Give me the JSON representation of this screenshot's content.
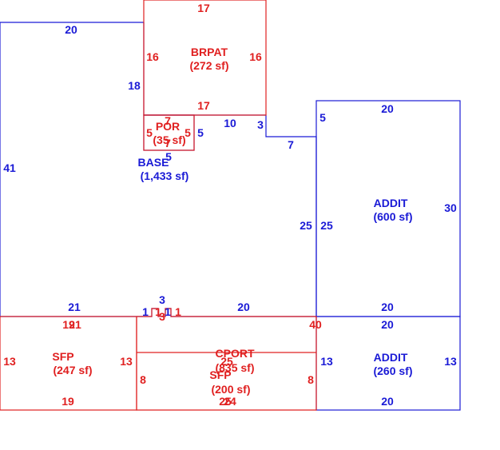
{
  "colors": {
    "blue": "#1a1ad6",
    "red": "#e02020"
  },
  "areas": {
    "brpat": {
      "name": "BRPAT",
      "area": "(272 sf)"
    },
    "por": {
      "name": "POR",
      "area": "(35 sf)"
    },
    "base": {
      "name": "BASE",
      "area": "(1,433 sf)"
    },
    "addit_upper": {
      "name": "ADDIT",
      "area": "(600 sf)"
    },
    "addit_lower": {
      "name": "ADDIT",
      "area": "(260 sf)"
    },
    "sfp_left": {
      "name": "SFP",
      "area": "(247 sf)"
    },
    "cport": {
      "name": "CPORT",
      "area": "(835 sf)"
    },
    "sfp_mid": {
      "name": "SFP",
      "area": "(200 sf)"
    }
  },
  "dimensions": {
    "base_top": "20",
    "base_left": "41",
    "base_upper_left": "18",
    "base_step_10": "10",
    "base_step_3": "3",
    "base_step_7": "7",
    "base_right_25": "25",
    "base_bottom_21": "21",
    "base_bottom_20": "20",
    "notch_1a": "1",
    "notch_3_top": "3",
    "notch_1b": "1",
    "notch_5_right": "5",
    "brpat_top": "17",
    "brpat_left": "16",
    "brpat_right": "16",
    "brpat_bottom": "17",
    "por_top": "7",
    "por_left": "5",
    "por_right": "5",
    "por_bottom": "7",
    "por_base_side": "5",
    "addit_top": "20",
    "addit_left_5": "5",
    "addit_left_25": "25",
    "addit_right": "30",
    "addit_bottom": "20",
    "addit2_top": "20",
    "addit2_left": "13",
    "addit2_right": "13",
    "addit2_bottom": "20",
    "sfp_top_19": "19",
    "sfp_top_21": "21",
    "sfp_left": "13",
    "sfp_right": "13",
    "sfp_bottom": "19",
    "cport_notch_1": "1",
    "cport_notch_3": "3",
    "cport_notch_1b": "1",
    "cport_right_40": "40",
    "sfp2_top": "25",
    "sfp2_left": "8",
    "sfp2_right": "8",
    "sfp2_bottom_25": "25",
    "sfp2_bottom_24": "24"
  }
}
